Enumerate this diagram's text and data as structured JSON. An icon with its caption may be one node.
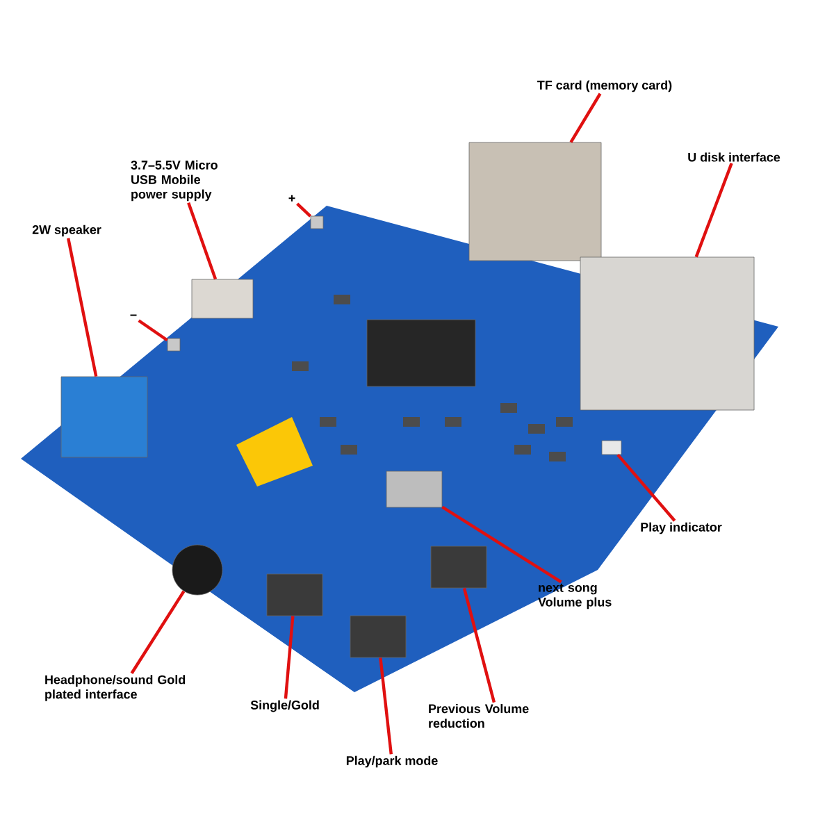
{
  "diagram": {
    "nodes": [
      {
        "text": [
          "TF card (memory card)"
        ]
      },
      {
        "text": [
          "U disk interface"
        ]
      },
      {
        "text": [
          "3.7–5.5V Micro USB Mobile power supply"
        ]
      },
      {
        "text": [
          "+"
        ]
      },
      {
        "text": [
          "2W speaker"
        ]
      },
      {
        "text": [
          "−"
        ]
      },
      {
        "text": [
          "Play indicator"
        ]
      },
      {
        "text": [
          "next song Volume plus"
        ]
      },
      {
        "text": [
          "Headphone/sound Gold plated interface"
        ]
      },
      {
        "text": [
          "Single/Gold"
        ]
      },
      {
        "text": [
          "Previous Volume reduction"
        ]
      },
      {
        "text": [
          "Play/park mode"
        ]
      },
      {
        "text": [],
        "shape": "box"
      },
      {
        "text": [],
        "shape": "box"
      },
      {
        "text": [],
        "shape": "box"
      },
      {
        "text": [],
        "shape": "box"
      },
      {
        "text": [],
        "shape": "box"
      },
      {
        "text": [],
        "shape": "box"
      },
      {
        "text": [],
        "shape": "box"
      },
      {
        "text": [],
        "shape": "box"
      },
      {
        "text": [],
        "shape": "circle"
      },
      {
        "text": [],
        "shape": "box"
      },
      {
        "text": [],
        "shape": "box"
      },
      {
        "text": [],
        "shape": "box"
      },
      {
        "text": [],
        "shape": "box"
      }
    ],
    "edges": [
      {
        "from": 0,
        "to": 12,
        "arrow": "none"
      },
      {
        "from": 1,
        "to": 13,
        "arrow": "none"
      },
      {
        "from": 2,
        "to": 14,
        "arrow": "none"
      },
      {
        "from": 3,
        "to": 15,
        "arrow": "none"
      },
      {
        "from": 4,
        "to": 16,
        "arrow": "none"
      },
      {
        "from": 5,
        "to": 17,
        "arrow": "none"
      },
      {
        "from": 6,
        "to": 18,
        "arrow": "none"
      },
      {
        "from": 7,
        "to": 19,
        "arrow": "none"
      },
      {
        "from": 8,
        "to": 20,
        "arrow": "none"
      },
      {
        "from": 9,
        "to": 21,
        "arrow": "none"
      },
      {
        "from": 10,
        "to": 22,
        "arrow": "none"
      },
      {
        "from": 11,
        "to": 23,
        "arrow": "none"
      }
    ]
  }
}
